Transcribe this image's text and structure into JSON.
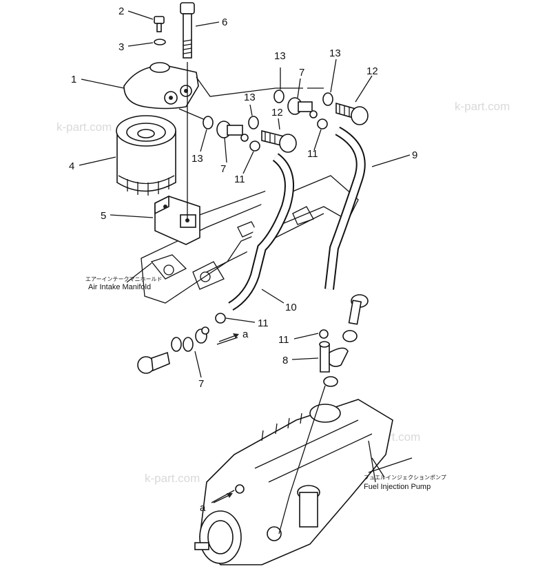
{
  "callouts": {
    "c1": "1",
    "c2": "2",
    "c3": "3",
    "c4": "4",
    "c5": "5",
    "c6": "6",
    "c7a": "7",
    "c7b": "7",
    "c7c": "7",
    "c8": "8",
    "c9": "9",
    "c10": "10",
    "c11a": "11",
    "c11b": "11",
    "c11c": "11",
    "c11d": "11",
    "c12a": "12",
    "c12b": "12",
    "c13a": "13",
    "c13b": "13",
    "c13c": "13",
    "c13d": "13",
    "a1": "a",
    "a2": "a"
  },
  "labels": {
    "manifold_jp": "エアーインテークマニホールド",
    "manifold_en": "Air Intake Manifold",
    "pump_jp": "フュエルインジェクションポンプ",
    "pump_en": "Fuel Injection Pump"
  },
  "watermarks": [
    "k-part.com",
    "k-part.com",
    "k-part.com",
    "k-part.com"
  ]
}
